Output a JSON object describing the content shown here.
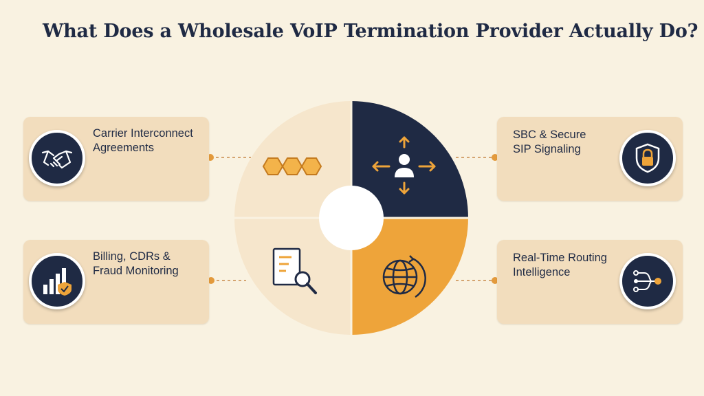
{
  "title": "What Does a Wholesale VoIP Termination Provider Actually Do?",
  "cards": {
    "carrier_interconnect": {
      "lines": [
        "Carrier Interconnect",
        "Agreements"
      ],
      "icon": "handshake-icon"
    },
    "sbc_sip": {
      "lines": [
        "SBC & Secure",
        "SIP Signaling"
      ],
      "icon": "shield-lock-icon"
    },
    "billing_fraud": {
      "lines": [
        "Billing, CDRs &",
        "Fraud Monitoring"
      ],
      "icon": "bar-chart-shield-icon"
    },
    "routing": {
      "lines": [
        "Real-Time Routing",
        "Intelligence"
      ],
      "icon": "routing-nodes-icon"
    }
  },
  "wheel_icons": [
    "hexagon-chain-icon",
    "user-arrows-icon",
    "document-search-icon",
    "globe-refresh-icon"
  ],
  "colors": {
    "navy": "#1f2a44",
    "orange": "#eea43a",
    "cream": "#f6e6cc",
    "card": "#f2ddbd",
    "background": "#f9f2e1"
  }
}
